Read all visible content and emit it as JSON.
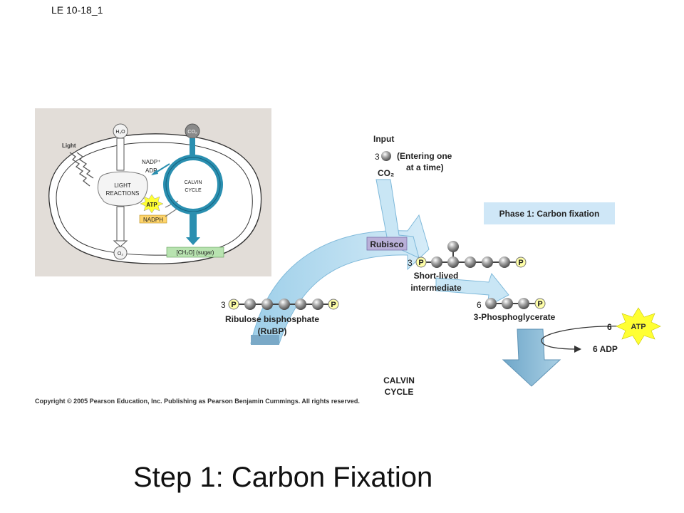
{
  "slide": {
    "id": "LE 10-18_1",
    "title": "Step 1: Carbon Fixation",
    "copyright": "Copyright © 2005 Pearson Education, Inc. Publishing as Pearson Benjamin Cummings. All rights reserved."
  },
  "overview": {
    "light": "Light",
    "h2o": "H₂O",
    "co2": "CO₂",
    "nadp": "NADP⁺",
    "adp": "ADP",
    "light_reactions_1": "LIGHT",
    "light_reactions_2": "REACTIONS",
    "atp": "ATP",
    "nadph": "NADPH",
    "calvin_1": "CALVIN",
    "calvin_2": "CYCLE",
    "o2": "O₂",
    "sugar": "[CH₂O] (sugar)"
  },
  "cycle": {
    "input": "Input",
    "co2_count": "3",
    "entering_1": "(Entering one",
    "entering_2": "at a time)",
    "co2": "CO₂",
    "phase": "Phase 1: Carbon fixation",
    "rubisco": "Rubisco",
    "intermediate_count": "3",
    "intermediate_1": "Short-lived",
    "intermediate_2": "intermediate",
    "pga_count": "6",
    "pga": "3-Phosphoglycerate",
    "rubp_count": "3",
    "rubp_1": "Ribulose bisphosphate",
    "rubp_2": "(RuBP)",
    "atp_count": "6",
    "atp": "ATP",
    "adp": "6 ADP",
    "calvin_1": "CALVIN",
    "calvin_2": "CYCLE",
    "phosphate": "P"
  },
  "colors": {
    "accent_blue": "#2a8fb0",
    "pale_blue": "#c9e6f5",
    "phase_box": "#cfe7f7",
    "rubisco": "#b9b0d8",
    "atp": "#ffff33",
    "phosphate": "#ffffa8",
    "overview_bg": "#e2ddd8"
  }
}
